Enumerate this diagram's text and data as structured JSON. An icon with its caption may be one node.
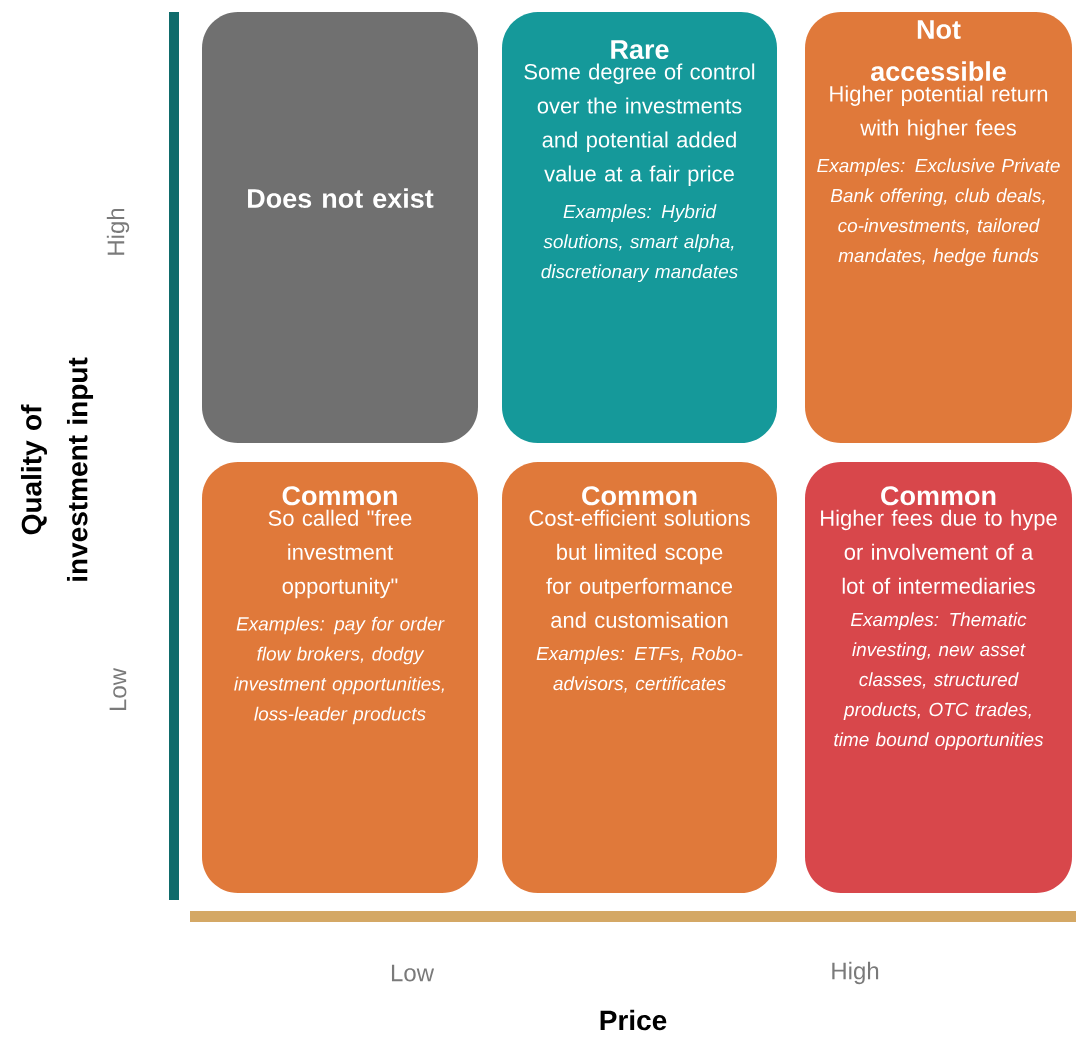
{
  "diagram": {
    "nodes": [
      {
        "text": [
          "Does not exist"
        ]
      },
      {
        "text": [
          "Rare",
          "Some degree of control over the investments and potential added value at a fair price",
          "Examples: Hybrid solutions, smart alpha, discretionary mandates"
        ]
      },
      {
        "text": [
          "Not accessible",
          "Higher potential return with higher fees",
          "Examples: Exclusive Private Bank offering, club deals, co-investments, tailored mandates, hedge funds"
        ]
      },
      {
        "text": [
          "Common",
          "So called \"free investment opportunity\"",
          "Examples: pay for order flow brokers, dodgy investment opportunities, loss-leader products"
        ]
      },
      {
        "text": [
          "Common",
          "Cost-efficient solutions but limited scope for outperformance and customisation",
          "Examples: ETFs, Robo-advisors, certificates"
        ]
      },
      {
        "text": [
          "Common",
          "Higher fees due to hype or involvement of a lot of intermediaries",
          "Examples: Thematic investing, new asset classes, structured products, OTC trades, time bound opportunities"
        ]
      }
    ],
    "labels": [
      "High",
      "Low",
      "Quality of investment input",
      "Low",
      "High",
      "Price"
    ]
  }
}
